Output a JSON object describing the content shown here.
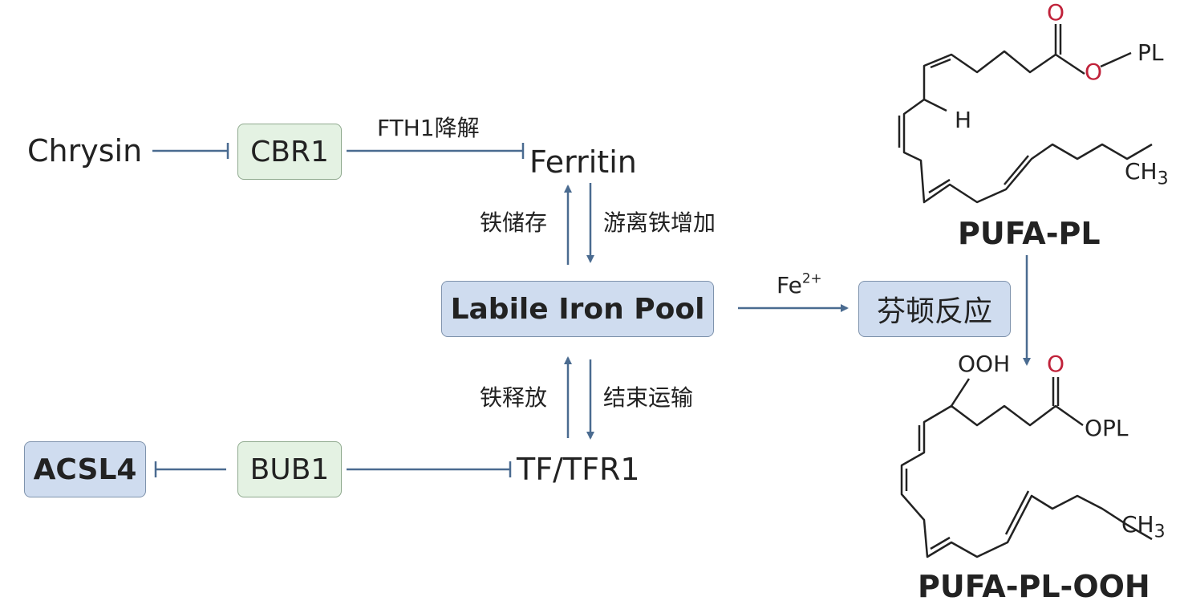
{
  "nodes": {
    "chrysin": "Chrysin",
    "cbr1": "CBR1",
    "ferritin": "Ferritin",
    "lip": "Labile Iron Pool",
    "ferroptosis": "芬顿反应",
    "acsl4": "ACSL4",
    "bub1": "BUB1",
    "tf_tfr1": "TF/TFR1",
    "pufa_pl": "PUFA-PL",
    "pufa_pl_ooh": "PUFA-PL-OOH"
  },
  "edge_labels": {
    "fth1": "FTH1降解",
    "iron_storage": "铁储存",
    "free_iron_up": "游离铁增加",
    "iron_release": "铁释放",
    "binding_transport": "结束运输",
    "fe_base": "Fe",
    "fe_charge": "2+"
  },
  "chem": {
    "o_carbonyl_top": "O",
    "o_ester_top": "O",
    "pl_top": "PL",
    "h_top": "H",
    "ch3_top": "CH",
    "ch3_top_sub": "3",
    "ooh": "OOH",
    "o_carbonyl_bottom": "O",
    "opl_bottom": "OPL",
    "ch3_bottom": "CH",
    "ch3_bottom_sub": "3"
  },
  "colors": {
    "arrow": "#4a6b90",
    "oxygen": "#c0223a",
    "green_box": "#e4f2e3",
    "blue_box": "#cfdcef"
  }
}
